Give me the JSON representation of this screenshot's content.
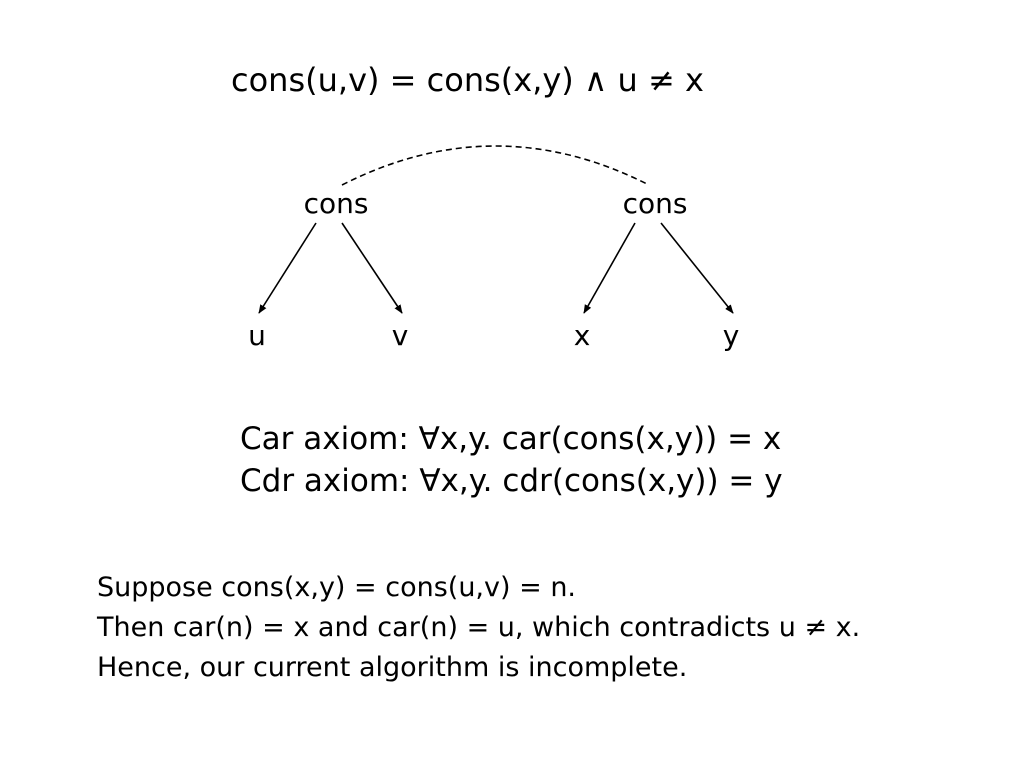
{
  "heading": "cons(u,v) = cons(x,y) ∧ u ≠ x",
  "tree": {
    "nodes": [
      {
        "id": "cons-left",
        "label": "cons"
      },
      {
        "id": "cons-right",
        "label": "cons"
      },
      {
        "id": "u",
        "label": "u"
      },
      {
        "id": "v",
        "label": "v"
      },
      {
        "id": "x",
        "label": "x"
      },
      {
        "id": "y",
        "label": "y"
      }
    ],
    "edges": [
      {
        "from": "cons-left",
        "to": "u",
        "style": "arrow"
      },
      {
        "from": "cons-left",
        "to": "v",
        "style": "arrow"
      },
      {
        "from": "cons-right",
        "to": "x",
        "style": "arrow"
      },
      {
        "from": "cons-right",
        "to": "y",
        "style": "arrow"
      },
      {
        "from": "cons-left",
        "to": "cons-right",
        "style": "dashed"
      }
    ]
  },
  "axioms": {
    "car": "Car axiom: ∀x,y. car(cons(x,y)) = x",
    "cdr": "Cdr axiom: ∀x,y. cdr(cons(x,y)) = y"
  },
  "conclusion": {
    "line1": "Suppose cons(x,y) = cons(u,v) = n.",
    "line2": "Then car(n) = x and car(n) = u, which contradicts u ≠ x.",
    "line3": "Hence, our current algorithm is incomplete."
  }
}
